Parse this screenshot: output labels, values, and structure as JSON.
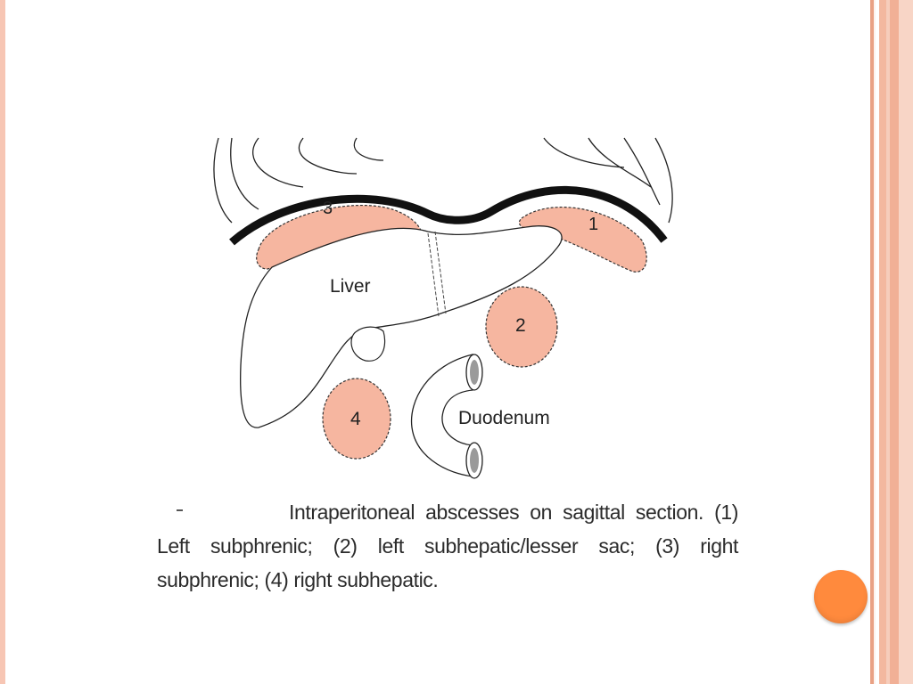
{
  "slide": {
    "diagram": {
      "labels": {
        "liver": "Liver",
        "duodenum": "Duodenum",
        "abscess_1": "1",
        "abscess_2": "2",
        "abscess_3": "3",
        "abscess_4": "4"
      },
      "colors": {
        "abscess_fill": "#f6b6a0",
        "outline": "#222222",
        "diaphragm": "#111111"
      }
    },
    "caption": {
      "text": "Intraperitoneal abscesses on sagittal section. (1) Left subphrenic; (2) left subhepatic/lesser sac; (3) right subphrenic; (4) right subhepatic."
    },
    "theme": {
      "accent_dot": "#ff8a3d",
      "frame_color": "#f3b89f"
    }
  }
}
